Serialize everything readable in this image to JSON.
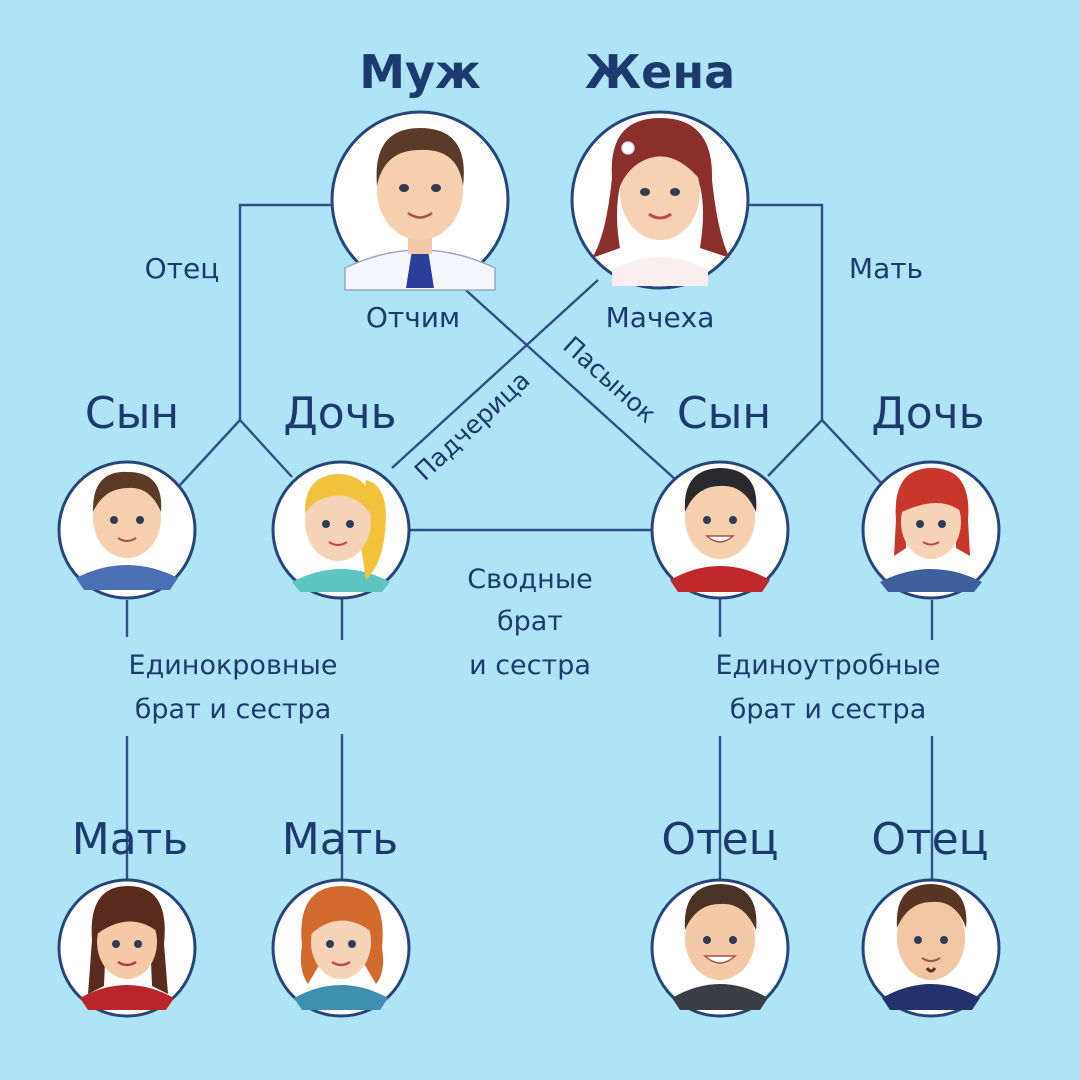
{
  "top": {
    "husband": "Муж",
    "wife": "Жена"
  },
  "relations": {
    "father": "Отец",
    "mother": "Мать",
    "stepfather": "Отчим",
    "stepmother": "Мачеха",
    "stepdaughter": "Падчерица",
    "stepson": "Пасынок"
  },
  "children": {
    "left_son": "Сын",
    "left_daughter": "Дочь",
    "right_son": "Сын",
    "right_daughter": "Дочь"
  },
  "notes": {
    "step_siblings": [
      "Сводные",
      "брат",
      "и сестра"
    ],
    "paternal_half": [
      "Единокровные",
      "брат и сестра"
    ],
    "maternal_half": [
      "Единоутробные",
      "брат и сестра"
    ]
  },
  "bottom": {
    "mother_1": "Мать",
    "mother_2": "Мать",
    "father_1": "Отец",
    "father_2": "Отец"
  },
  "colors": {
    "background": "#aee4f6",
    "line": "#2f4f86",
    "text": "#1d3a6e"
  }
}
